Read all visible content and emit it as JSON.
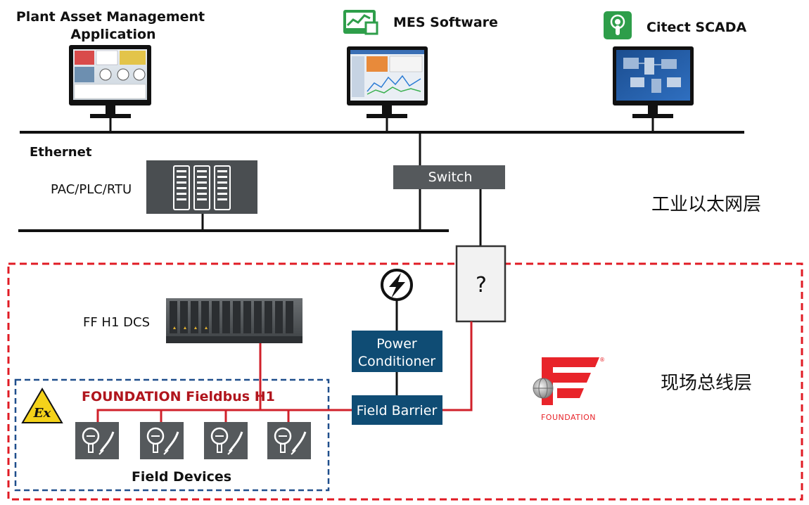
{
  "top_apps": {
    "asset_mgmt": {
      "line1": "Plant Asset  Management",
      "line2": "Application"
    },
    "mes": {
      "label": "MES Software"
    },
    "scada": {
      "label": "Citect SCADA"
    }
  },
  "network": {
    "ethernet_label": "Ethernet",
    "switch_label": "Switch",
    "controller_label": "PAC/PLC/RTU",
    "unknown_device_label": "?"
  },
  "layers": {
    "industrial_ethernet": "工业以太网层",
    "fieldbus": "现场总线层"
  },
  "fieldbus": {
    "dcs_label": "FF H1 DCS",
    "bus_label": "FOUNDATION Fieldbus H1",
    "power_conditioner_line1": "Power",
    "power_conditioner_line2": "Conditioner",
    "field_barrier_label": "Field Barrier",
    "field_devices_label": "Field Devices",
    "foundation_logo_text": "FOUNDATION",
    "ex_symbol": "Ex",
    "registered_mark": "®"
  },
  "colors": {
    "bus_red": "#d0202a",
    "dash_red": "#e01b24",
    "dash_blue": "#1f4e8c",
    "box_navy": "#0f4c74",
    "switch_gray": "#55595c",
    "mes_green": "#2e9e4a",
    "bus_label_red": "#b0151d"
  }
}
